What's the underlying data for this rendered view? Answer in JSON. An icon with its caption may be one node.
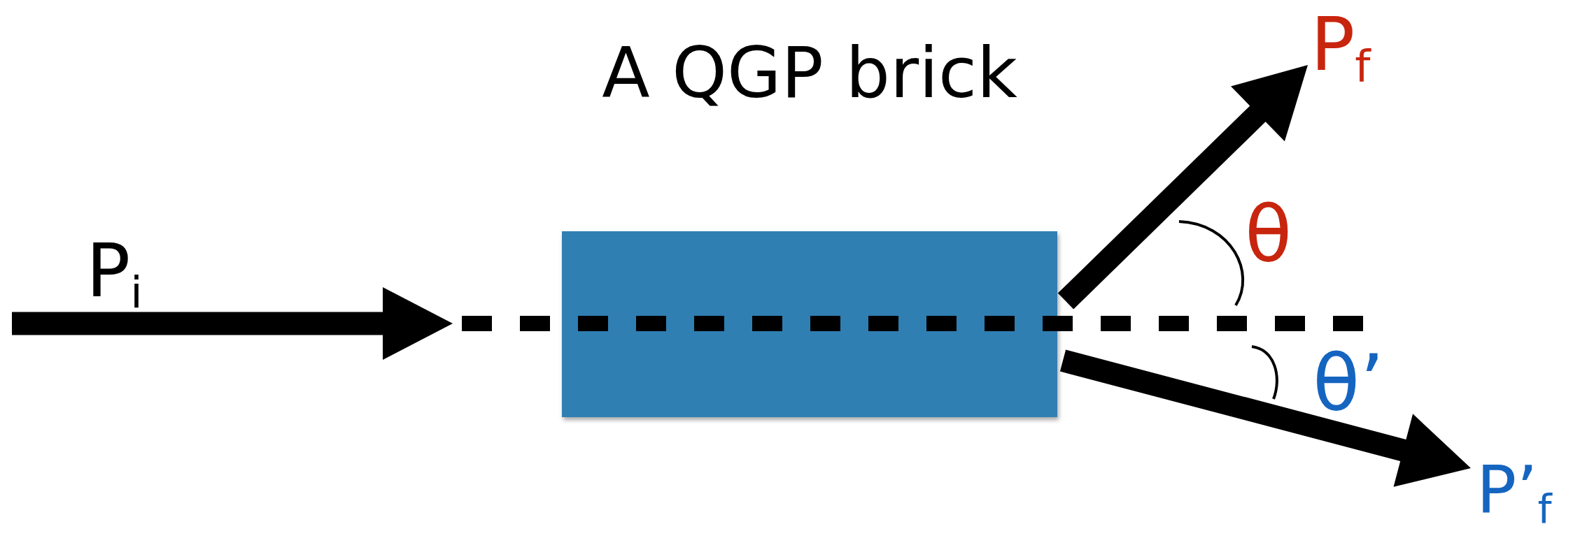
{
  "diagram": {
    "nodes": [
      {
        "text": [
          "A QGP brick"
        ]
      }
    ],
    "labels": [
      "P$_{i}$",
      "P$_{f}$",
      "θ",
      "θ’",
      "P’$_{f}$"
    ]
  }
}
